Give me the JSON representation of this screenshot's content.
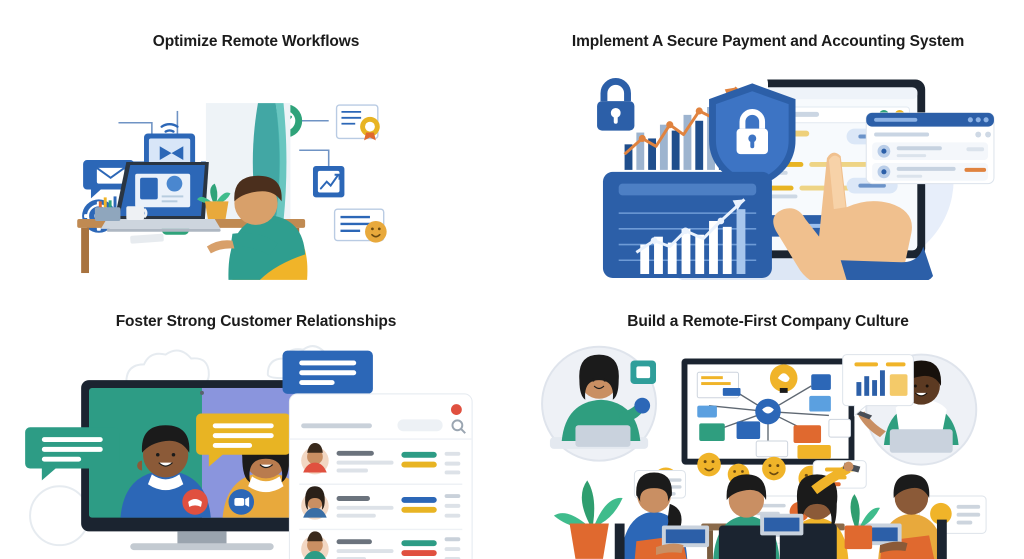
{
  "page": {
    "background": "#ffffff",
    "layout": "2x2-grid-of-illustrated-cards",
    "title_color": "#1b1b1b"
  },
  "cards": [
    {
      "id": "optimize-remote-workflows",
      "title": "Optimize Remote Workflows",
      "illustration": "flat vector illustration of a person seated at a wooden desk working on a laptop, surrounded by a blue flowchart of connected app icons: wifi video screen, envelope mail, chat bubble, settings gear, browser window, document, gear badge, checkmark circle, chart, award ribbon and a smiley card",
      "icons": [
        "wifi-icon",
        "video-screen-icon",
        "envelope-icon",
        "chat-mail-icon",
        "gear-icon",
        "browser-window-icon",
        "document-icon",
        "settings-badge-icon",
        "check-circle-icon",
        "growth-chart-icon",
        "award-ribbon-icon",
        "smiley-card-icon"
      ],
      "palette": [
        "#2c67b7",
        "#1d4f91",
        "#3f7ad6",
        "#2fa37a",
        "#e8b423",
        "#e87f3c"
      ]
    },
    {
      "id": "implement-secure-payment",
      "title": "Implement A Secure Payment and Accounting System",
      "illustration": "flat vector illustration of a hand tapping a tablet screen showing an accounting dashboard, with a floating bar-and-line growth chart card, a padlock icon, a blue shield with padlock, a blue analytics panel and a transactions list window",
      "icons": [
        "padlock-icon",
        "shield-lock-icon",
        "bar-chart-icon",
        "trend-arrow-icon",
        "hand-pointer-icon"
      ],
      "palette": [
        "#2c5fa8",
        "#1f4e8c",
        "#e0833f",
        "#dfe8f5",
        "#f5b942"
      ]
    },
    {
      "id": "foster-customer-relationships",
      "title": "Foster Strong Customer Relationships",
      "illustration": "flat vector illustration of a desktop monitor showing a two-person video call, green yellow and blue chat bubbles floating around it, and a contacts/CRM list panel with avatars and colored progress bars",
      "icons": [
        "monitor-icon",
        "chat-bubble-icon",
        "end-call-icon",
        "video-camera-icon",
        "avatar",
        "search-icon"
      ],
      "palette": [
        "#2d9c85",
        "#e8b423",
        "#2c67b7",
        "#e0503f",
        "#f2f4f7"
      ]
    },
    {
      "id": "build-remote-first-culture",
      "title": "Build a Remote-First Company Culture",
      "illustration": "flat vector illustration of four colleagues with laptops around a table facing a large whiteboard of sticky notes and a mind map, with two remote teammates in circular video-call frames and yellow emoji reaction bubbles floating above",
      "icons": [
        "whiteboard-icon",
        "sticky-note-icon",
        "lightbulb-icon",
        "emoji-smile-icon",
        "chat-bubble-icon",
        "laptop-icon",
        "plant-icon"
      ],
      "palette": [
        "#f0b429",
        "#2c67b7",
        "#2f9e6f",
        "#e0692f",
        "#1b2430"
      ]
    }
  ]
}
